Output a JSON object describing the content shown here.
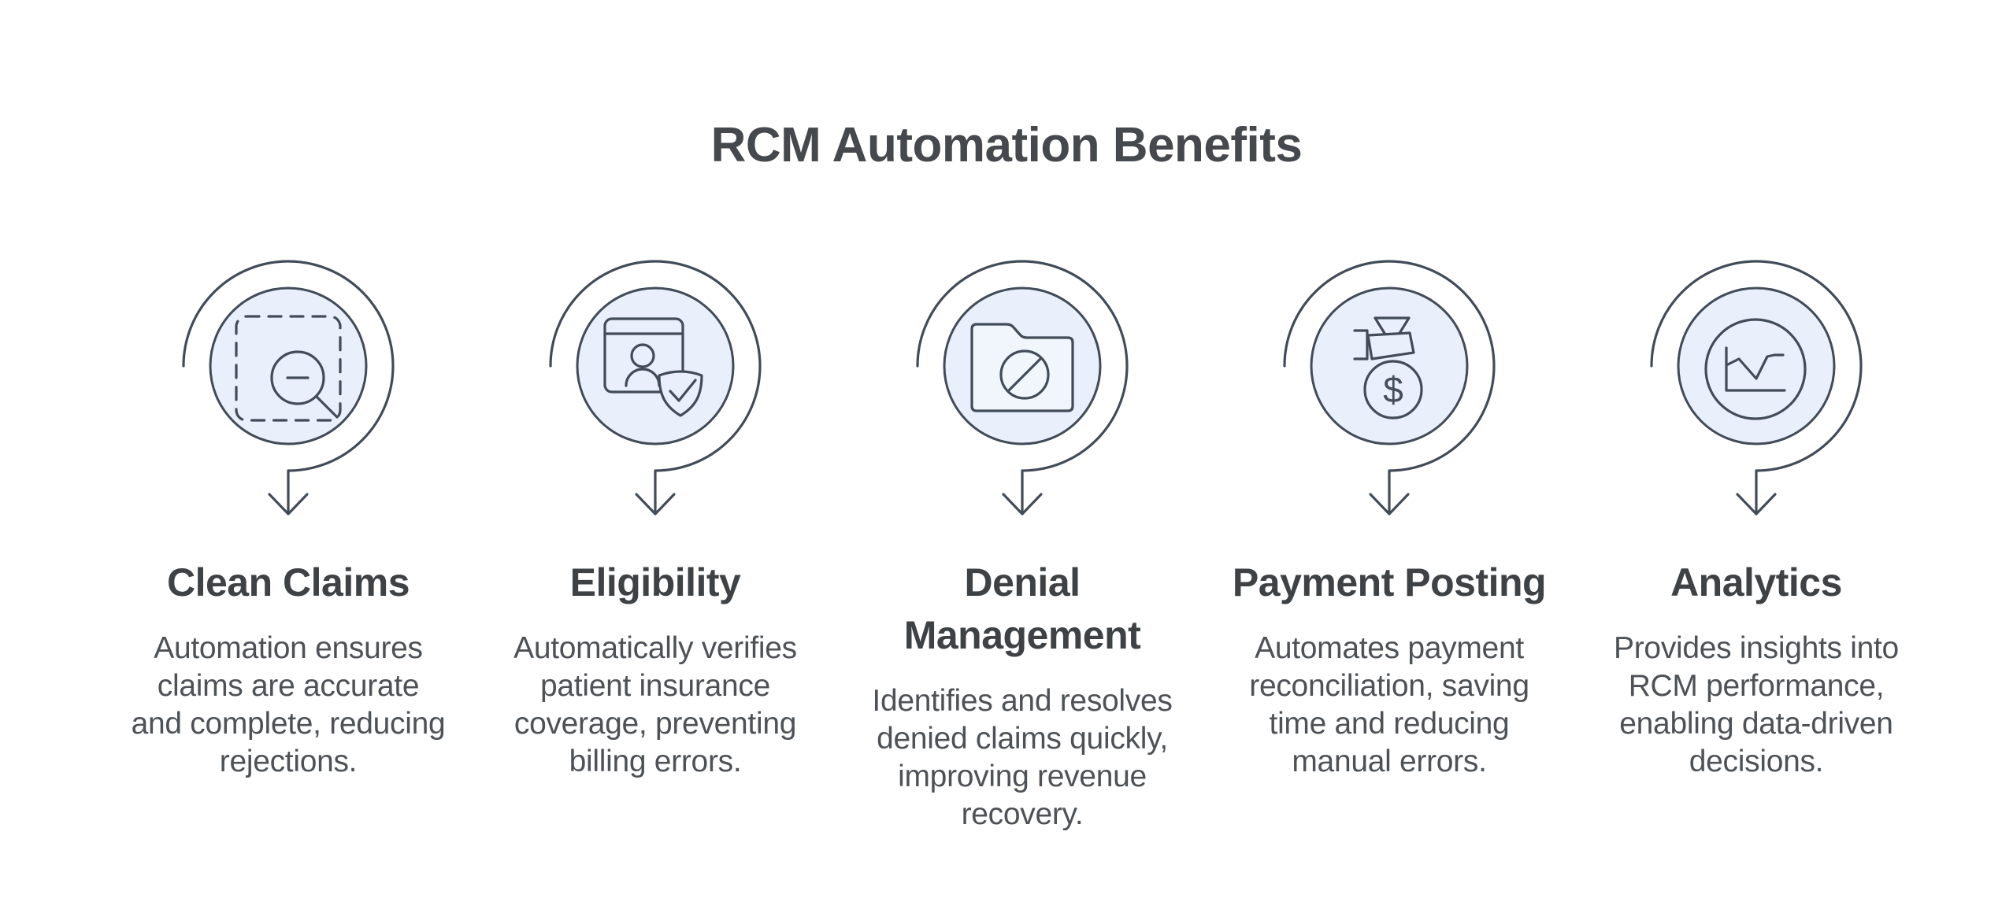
{
  "title": "RCM Automation Benefits",
  "colors": {
    "background": "#ffffff",
    "line_stroke": "#424b58",
    "icon_circle_fill": "#e9effb",
    "title_text": "#45484c",
    "heading_text": "#3e4245",
    "body_text": "#4e5256"
  },
  "columns": [
    {
      "heading": "Clean Claims",
      "description": "Automation ensures claims are accurate and complete, reducing rejections.",
      "icon": "magnifier-selection-icon"
    },
    {
      "heading": "Eligibility",
      "description": "Automatically verifies patient insurance coverage, preventing billing errors.",
      "icon": "patient-shield-check-icon"
    },
    {
      "heading": "Denial Management",
      "description": "Identifies and resolves denied claims quickly, improving revenue recovery.",
      "icon": "denied-folder-icon"
    },
    {
      "heading": "Payment Posting",
      "description": "Automates payment reconciliation, saving time and reducing manual errors.",
      "icon": "money-bag-icon"
    },
    {
      "heading": "Analytics",
      "description": "Provides insights into RCM performance, enabling data-driven decisions.",
      "icon": "line-chart-icon"
    }
  ],
  "icon_symbols": {
    "dollar_sign": "$"
  }
}
